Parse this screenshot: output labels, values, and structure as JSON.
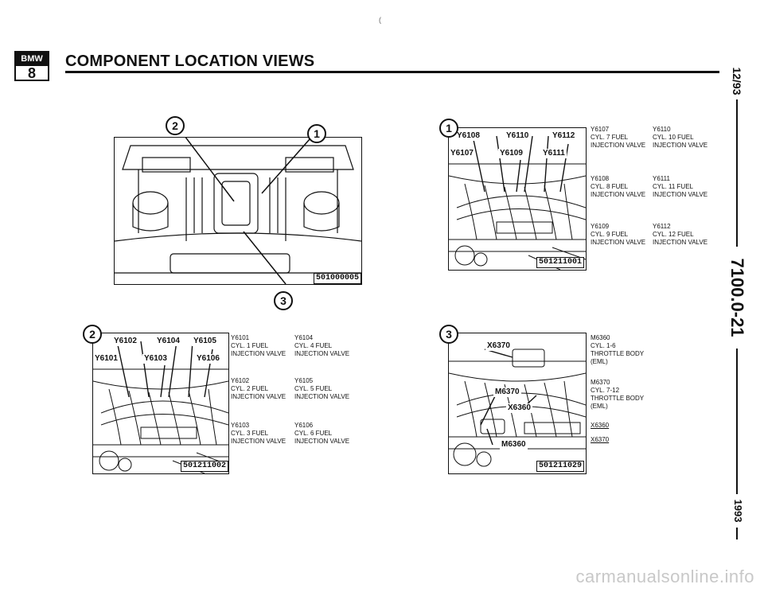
{
  "header": {
    "logo_brand": "BMW",
    "logo_series": "8",
    "title": "COMPONENT LOCATION VIEWS"
  },
  "sidebar": {
    "date": "12/93",
    "code": "7100.0-21",
    "year": "1993"
  },
  "stray_mark": "(",
  "watermark": "carmanualsonline.info",
  "figures": {
    "overview": {
      "ref": "501000005",
      "callouts": [
        "2",
        "1",
        "3"
      ]
    },
    "view1": {
      "ref": "501211001",
      "callout": "1",
      "tags": [
        "Y6108",
        "Y6110",
        "Y6112",
        "Y6107",
        "Y6109",
        "Y6111"
      ],
      "legend": [
        {
          "id": "Y6107",
          "line1": "CYL. 7 FUEL",
          "line2": "INJECTION VALVE"
        },
        {
          "id": "Y6110",
          "line1": "CYL. 10 FUEL",
          "line2": "INJECTION VALVE"
        },
        {
          "id": "Y6108",
          "line1": "CYL. 8 FUEL",
          "line2": "INJECTION VALVE"
        },
        {
          "id": "Y6111",
          "line1": "CYL. 11 FUEL",
          "line2": "INJECTION VALVE"
        },
        {
          "id": "Y6109",
          "line1": "CYL. 9 FUEL",
          "line2": "INJECTION VALVE"
        },
        {
          "id": "Y6112",
          "line1": "CYL. 12 FUEL",
          "line2": "INJECTION VALVE"
        }
      ]
    },
    "view2": {
      "ref": "501211002",
      "callout": "2",
      "tags": [
        "Y6102",
        "Y6104",
        "Y6105",
        "Y6101",
        "Y6103",
        "Y6106"
      ],
      "legend": [
        {
          "id": "Y6101",
          "line1": "CYL. 1 FUEL",
          "line2": "INJECTION VALVE"
        },
        {
          "id": "Y6104",
          "line1": "CYL. 4 FUEL",
          "line2": "INJECTION VALVE"
        },
        {
          "id": "Y6102",
          "line1": "CYL. 2 FUEL",
          "line2": "INJECTION VALVE"
        },
        {
          "id": "Y6105",
          "line1": "CYL. 5 FUEL",
          "line2": "INJECTION VALVE"
        },
        {
          "id": "Y6103",
          "line1": "CYL. 3 FUEL",
          "line2": "INJECTION VALVE"
        },
        {
          "id": "Y6106",
          "line1": "CYL. 6 FUEL",
          "line2": "INJECTION VALVE"
        }
      ]
    },
    "view3": {
      "ref": "501211029",
      "callout": "3",
      "tags": [
        "X6370",
        "M6370",
        "X6360",
        "M6360"
      ],
      "legend": [
        {
          "id": "M6360",
          "line1": "CYL. 1-6",
          "line2": "THROTTLE BODY",
          "line3": "(EML)"
        },
        {
          "id": "M6370",
          "line1": "CYL. 7-12",
          "line2": "THROTTLE BODY",
          "line3": "(EML)"
        },
        {
          "id": "X6360"
        },
        {
          "id": "X6370"
        }
      ]
    }
  }
}
